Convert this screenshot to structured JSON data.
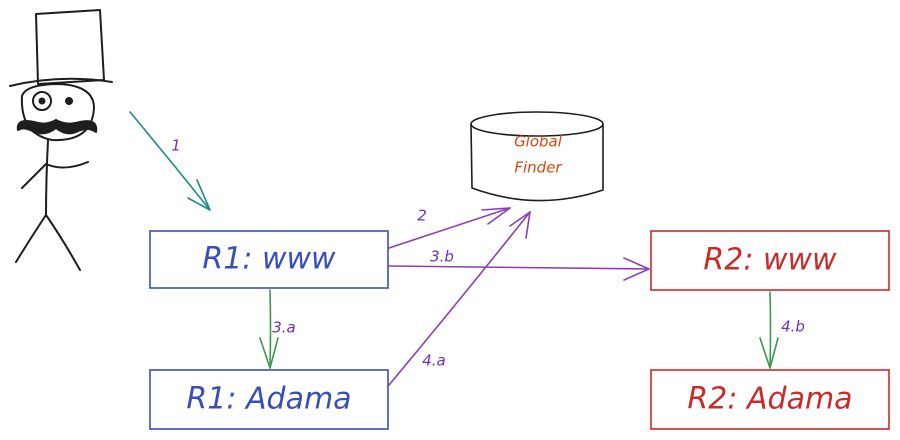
{
  "colors": {
    "blue": "#3650b8",
    "red": "#c92a2a",
    "purple": "#8b3fb4",
    "label_purple": "#6e2fc4",
    "teal": "#1f8a8a",
    "green": "#3a9a4a",
    "orange": "#d9480f",
    "ink": "#1e1e1e"
  },
  "nodes": {
    "r1_www": "R1: www",
    "r1_adama": "R1: Adama",
    "r2_www": "R2: www",
    "r2_adama": "R2: Adama",
    "global_finder": [
      "Global",
      "Finder"
    ]
  },
  "edges": {
    "e1": "1",
    "e2": "2",
    "e3a": "3.a",
    "e3b": "3.b",
    "e4a": "4.a",
    "e4b": "4.b"
  }
}
